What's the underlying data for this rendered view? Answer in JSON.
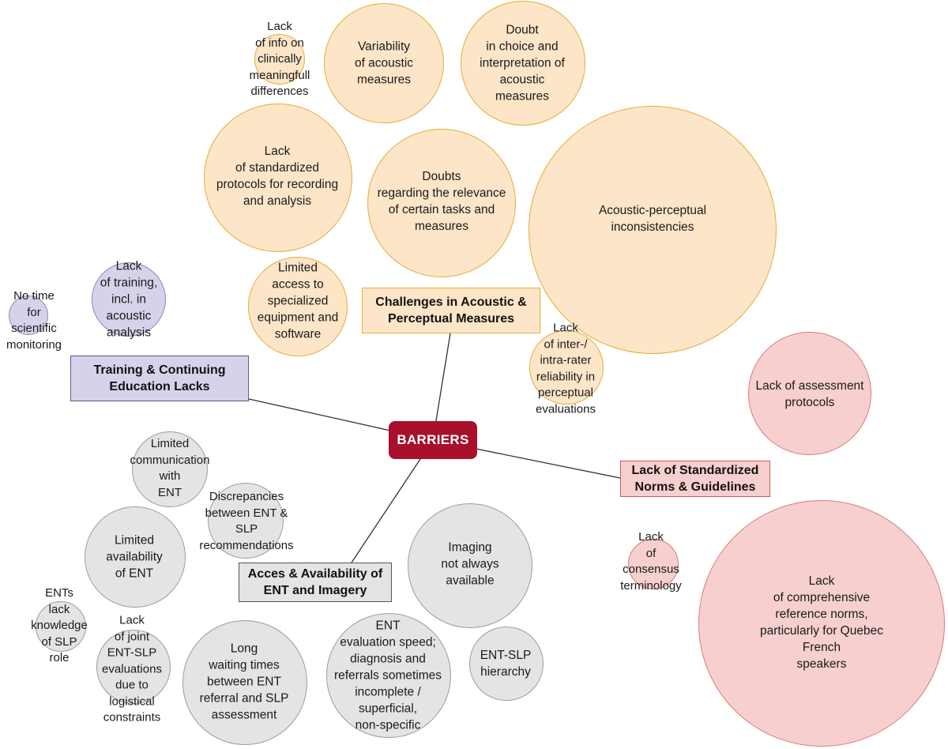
{
  "center": "BARRIERS",
  "categories": {
    "acoustic": "Challenges in Acoustic &\nPerceptual Measures",
    "training": "Training & Continuing\nEducation Lacks",
    "norms": "Lack of Standardized\nNorms & Guidelines",
    "access": "Acces & Availability of\nENT and Imagery"
  },
  "bubbles": {
    "info_differences": "Lack\nof info on\nclinically\nmeaningfull\ndifferences",
    "variability": "Variability\nof acoustic\nmeasures",
    "doubt_choice": "Doubt\nin choice and\ninterpretation of\nacoustic\nmeasures",
    "standardized_protocols": "Lack\nof standardized\nprotocols for recording\nand analysis",
    "doubts_relevance": "Doubts\nregarding the relevance\nof certain tasks and\nmeasures",
    "acoustic_perceptual": "Acoustic-perceptual\ninconsistencies",
    "limited_access": "Limited\naccess to\nspecialized\nequipment and\nsoftware",
    "reliability": "Lack\nof inter-/\nintra-rater\nreliability in\nperceptual\nevaluations",
    "no_time": "No time\nfor\nscientific\nmonitoring",
    "lack_training": "Lack\nof training,\nincl. in\nacoustic\nanalysis",
    "assessment_protocols": "Lack of assessment\nprotocols",
    "consensus": "Lack\nof\nconsensus\nterminology",
    "reference_norms": "Lack\nof comprehensive reference norms,\nparticularly for Quebec French\nspeakers",
    "limited_communication": "Limited\ncommunication\nwith\nENT",
    "discrepancies": "Discrepancies\nbetween ENT &\nSLP\nrecommendations",
    "limited_availability": "Limited\navailability\nof ENT",
    "ents_lack": "ENTs\nlack\nknowledge\nof SLP\nrole",
    "joint_evaluations": "Lack\nof joint\nENT-SLP\nevaluations\ndue to\nlogistical\nconstraints",
    "waiting_times": "Long\nwaiting times\nbetween ENT\nreferral and SLP\nassessment",
    "evaluation_speed": "ENT\nevaluation speed;\ndiagnosis and\nreferrals sometimes\nincomplete /\nsuperficial,\nnon-specific",
    "imaging": "Imaging\nnot always\navailable",
    "hierarchy": "ENT-SLP\nhierarchy"
  },
  "colors": {
    "orange_fill": "#fde5c8",
    "orange_stroke": "#e3ad3a",
    "purple_fill": "#d5d3ea",
    "red_fill": "#f7cfcf",
    "gray_fill": "#e4e4e4",
    "center_fill": "#a8102b"
  }
}
